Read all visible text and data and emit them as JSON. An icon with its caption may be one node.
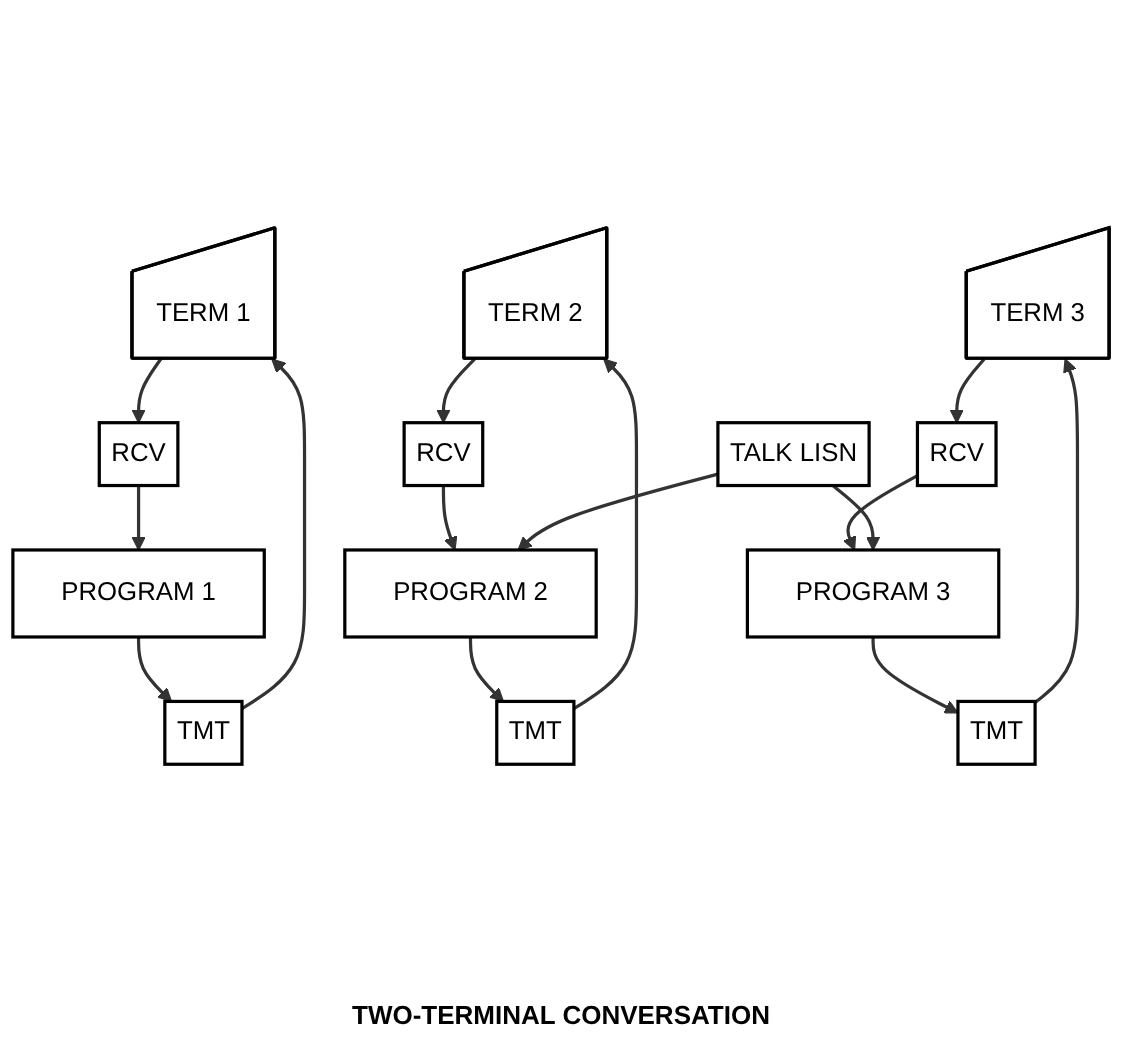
{
  "diagram": {
    "nodes": [
      {
        "text": [
          "TERM 1"
        ]
      },
      {
        "text": [
          "TERM 2"
        ]
      },
      {
        "text": [
          "TERM 3"
        ]
      },
      {
        "text": [
          "RCV"
        ]
      },
      {
        "text": [
          "TMT"
        ]
      },
      {
        "text": [
          "RCV"
        ]
      },
      {
        "text": [
          "TMT"
        ]
      },
      {
        "text": [
          "RCV"
        ]
      },
      {
        "text": [
          "TMT"
        ]
      },
      {
        "text": [
          "PROGRAM 1"
        ]
      },
      {
        "text": [
          "PROGRAM 2"
        ]
      },
      {
        "text": [
          "TALK LISN"
        ]
      },
      {
        "text": [
          "PROGRAM 3"
        ]
      }
    ],
    "edges": [
      {
        "from": 0,
        "to": 3,
        "arrow": "to"
      },
      {
        "from": 3,
        "to": 9,
        "arrow": "to"
      },
      {
        "from": 9,
        "to": 4,
        "arrow": "to"
      },
      {
        "from": 4,
        "to": 0,
        "arrow": "to"
      },
      {
        "from": 1,
        "to": 5,
        "arrow": "to"
      },
      {
        "from": 5,
        "to": 10,
        "arrow": "to"
      },
      {
        "from": 10,
        "to": 6,
        "arrow": "to"
      },
      {
        "from": 6,
        "to": 1,
        "arrow": "to"
      },
      {
        "from": 2,
        "to": 7,
        "arrow": "to"
      },
      {
        "from": 7,
        "to": 12,
        "arrow": "to"
      },
      {
        "from": 12,
        "to": 8,
        "arrow": "to"
      },
      {
        "from": 8,
        "to": 2,
        "arrow": "to"
      },
      {
        "from": 11,
        "to": 10,
        "arrow": "to"
      },
      {
        "from": 11,
        "to": 12,
        "arrow": "to"
      }
    ],
    "labels": [
      "TWO-TERMINAL CONVERSATION"
    ]
  }
}
